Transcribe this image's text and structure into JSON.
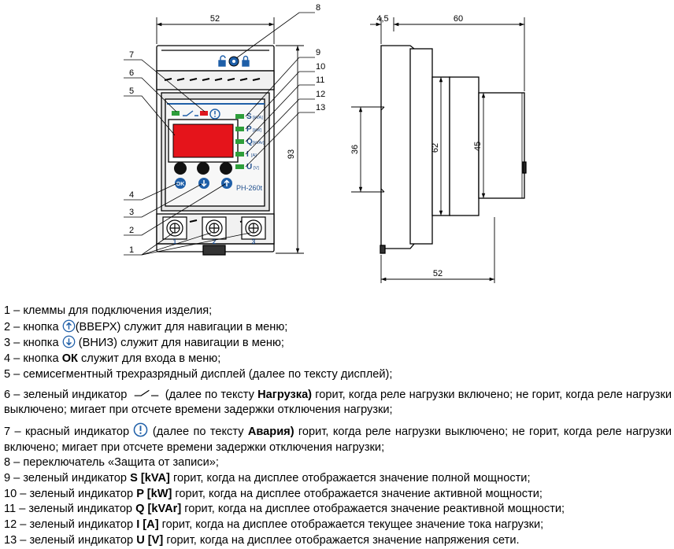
{
  "dimensions": {
    "front_width": "52",
    "front_height": "93",
    "side_offset": "4,5",
    "side_width": "60",
    "side_h36": "36",
    "side_h62": "62",
    "side_h45": "45",
    "side_bottom_width": "52"
  },
  "callouts": [
    "1",
    "2",
    "3",
    "4",
    "5",
    "6",
    "7",
    "8",
    "9",
    "10",
    "11",
    "12",
    "13"
  ],
  "device": {
    "model": "РН-260t",
    "terminals": [
      "1",
      "2",
      "3"
    ],
    "indicators": [
      {
        "letter": "S",
        "unit": "[kVA]"
      },
      {
        "letter": "P",
        "unit": "[kW]"
      },
      {
        "letter": "Q",
        "unit": "[kVAr]"
      },
      {
        "letter": "I",
        "unit": "[A]"
      },
      {
        "letter": "U",
        "unit": "[V]"
      }
    ],
    "ok_label": "OK",
    "colors": {
      "led_green": "#2e9e3a",
      "led_red": "#e0181f",
      "blue": "#1f5fa8",
      "display": "#e5141b"
    }
  },
  "legend": {
    "i1": "1 – клеммы для подключения изделия;",
    "i2_a": "2 – кнопка ",
    "i2_b": "(ВВЕРХ) служит для навигации в меню;",
    "i3_a": "3 – кнопка ",
    "i3_b": " (ВНИЗ) служит для навигации в меню;",
    "i4_a": "4 – кнопка ",
    "i4_bold": "ОК",
    "i4_b": " служит для входа в меню;",
    "i5": "5 – семисегментный трехразрядный дисплей (далее по тексту дисплей);",
    "i6_a": "6 – зеленый индикатор ",
    "i6_b": " (далее по тексту ",
    "i6_bold": "Нагрузка)",
    "i6_c": " горит, когда реле нагрузки включено; не горит, когда реле нагрузки выключено; мигает при отсчете времени задержки отключения нагрузки;",
    "i7_a": "7 – красный индикатор ",
    "i7_b": " (далее по тексту ",
    "i7_bold": "Авария)",
    "i7_c": " горит, когда реле нагрузки выключено; не горит, когда реле нагрузки включено; мигает при отсчете времени задержки отключения нагрузки;",
    "i8": "8 – переключатель «Защита от записи»;",
    "i9_a": "9 – зеленый индикатор ",
    "i9_bold": "S [kVA]",
    "i9_b": " горит, когда на дисплее отображается значение полной мощности;",
    "i10_a": "10 – зеленый индикатор ",
    "i10_bold": "P [kW]",
    "i10_b": " горит, когда на дисплее отображается значение активной мощности;",
    "i11_a": "11 – зеленый индикатор ",
    "i11_bold": "Q [kVAr]",
    "i11_b": " горит, когда на дисплее отображается значение реактивной мощности;",
    "i12_a": "12 – зеленый индикатор ",
    "i12_bold": "I [A]",
    "i12_b": " горит, когда на дисплее отображается текущее значение тока нагрузки;",
    "i13_a": "13 – зеленый индикатор ",
    "i13_bold": "U [V]",
    "i13_b": " горит, когда на дисплее отображается значение напряжения сети."
  }
}
